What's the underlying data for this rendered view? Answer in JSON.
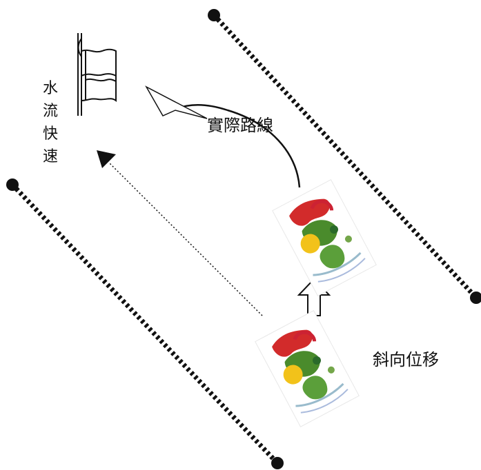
{
  "labels": {
    "fast_flow": "水流快速",
    "actual_route": "實際路線",
    "diagonal_shift": "斜向位移"
  },
  "colors": {
    "line": "#111111",
    "background": "#ffffff"
  },
  "icons": [
    "flag-icon",
    "boat-icon",
    "arrow-up-icon",
    "arrow-head-icon"
  ]
}
